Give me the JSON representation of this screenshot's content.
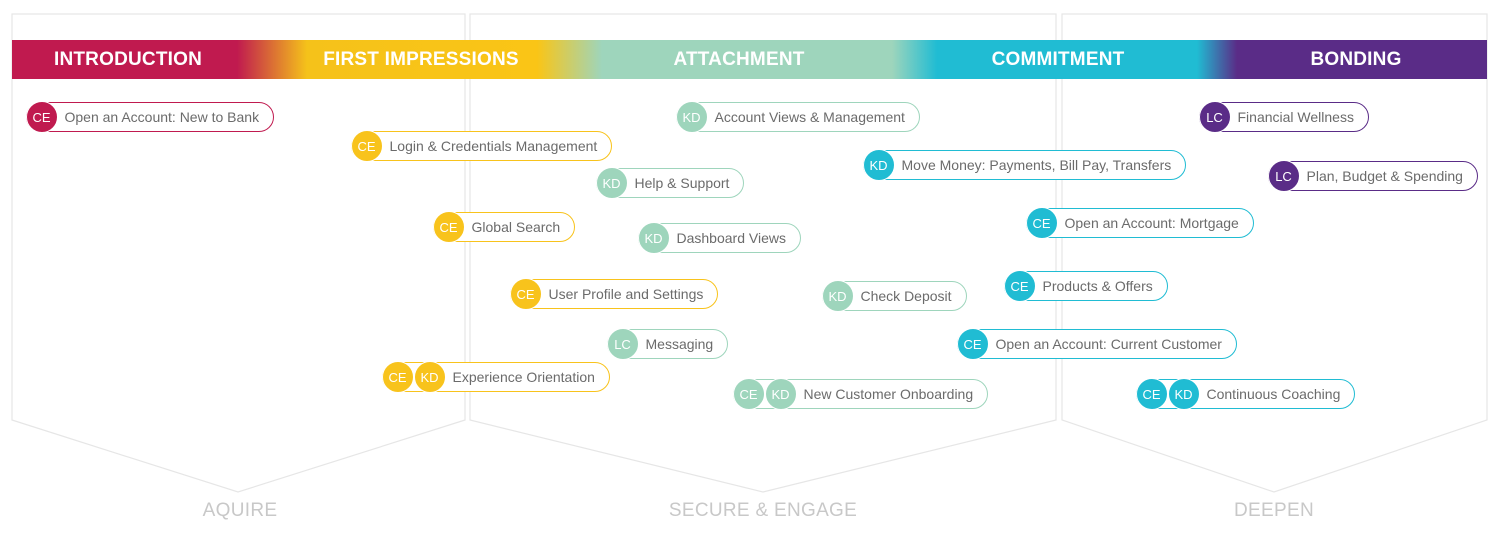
{
  "stages": [
    "INTRODUCTION",
    "FIRST IMPRESSIONS",
    "ATTACHMENT",
    "COMMITMENT",
    "BONDING"
  ],
  "phases": [
    "AQUIRE",
    "SECURE & ENGAGE",
    "DEEPEN"
  ],
  "colors": {
    "introduction": "#c01a4f",
    "first_impressions": "#f8c31c",
    "attachment": "#9ed5bc",
    "commitment": "#20bcd3",
    "bonding": "#5a2c87",
    "pill_text": "#6b6b6b",
    "phase_text": "#c8c8c8",
    "panel_outline": "#e6e6e6"
  },
  "items": [
    {
      "badges": [
        "CE"
      ],
      "label": "Open an Account: New to Bank"
    },
    {
      "badges": [
        "CE"
      ],
      "label": "Login & Credentials Management"
    },
    {
      "badges": [
        "CE"
      ],
      "label": "Global Search"
    },
    {
      "badges": [
        "CE"
      ],
      "label": "User Profile and Settings"
    },
    {
      "badges": [
        "CE",
        "KD"
      ],
      "label": "Experience Orientation"
    },
    {
      "badges": [
        "KD"
      ],
      "label": "Account Views & Management"
    },
    {
      "badges": [
        "KD"
      ],
      "label": "Help & Support"
    },
    {
      "badges": [
        "KD"
      ],
      "label": "Dashboard Views"
    },
    {
      "badges": [
        "KD"
      ],
      "label": "Check Deposit"
    },
    {
      "badges": [
        "LC"
      ],
      "label": "Messaging"
    },
    {
      "badges": [
        "CE",
        "KD"
      ],
      "label": "New Customer Onboarding"
    },
    {
      "badges": [
        "KD"
      ],
      "label": "Move Money: Payments, Bill Pay, Transfers"
    },
    {
      "badges": [
        "CE"
      ],
      "label": "Open an Account: Mortgage"
    },
    {
      "badges": [
        "CE"
      ],
      "label": "Products & Offers"
    },
    {
      "badges": [
        "CE"
      ],
      "label": "Open an Account: Current Customer"
    },
    {
      "badges": [
        "CE",
        "KD"
      ],
      "label": "Continuous Coaching"
    },
    {
      "badges": [
        "LC"
      ],
      "label": "Financial Wellness"
    },
    {
      "badges": [
        "LC"
      ],
      "label": "Plan, Budget & Spending"
    }
  ]
}
